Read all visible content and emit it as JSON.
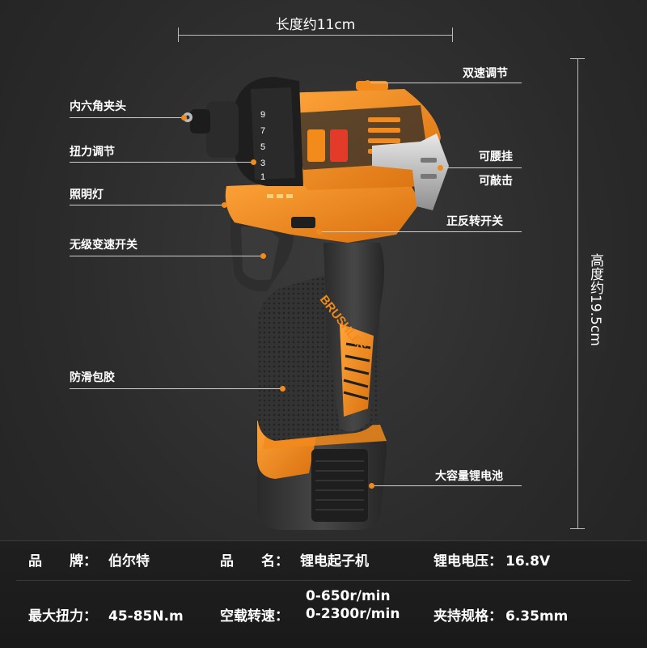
{
  "dimensions": {
    "length_label": "长度约11cm",
    "height_label": "高度约19.5cm"
  },
  "callouts": {
    "hex_chuck": "内六角夹头",
    "torque_adjust": "扭力调节",
    "work_light": "照明灯",
    "variable_speed_switch": "无级变速开关",
    "anti_slip_grip": "防滑包胶",
    "dual_speed": "双速调节",
    "belt_clip": "可腰挂",
    "impact": "可敲击",
    "direction_switch": "正反转开关",
    "battery": "大容量锂电池"
  },
  "product_marks": {
    "brushless": "BRUSHLESS",
    "torque_numbers": [
      "1",
      "3",
      "5",
      "7",
      "9"
    ]
  },
  "specs": {
    "brand_key": "品　　牌：",
    "brand_val": "伯尔特",
    "name_key": "品　　名：",
    "name_val": "锂电起子机",
    "voltage_key": "锂电电压：",
    "voltage_val": "16.8V",
    "torque_key": "最大扭力：",
    "torque_val": "45-85N.m",
    "noload_key": "空载转速：",
    "noload_val_1": "0-650r/min",
    "noload_val_2": "0-2300r/min",
    "chuck_key": "夹持规格：",
    "chuck_val": "6.35mm"
  },
  "colors": {
    "accent": "#f28a1c",
    "body": "#3a3a3a",
    "background": "#2b2b2b"
  }
}
